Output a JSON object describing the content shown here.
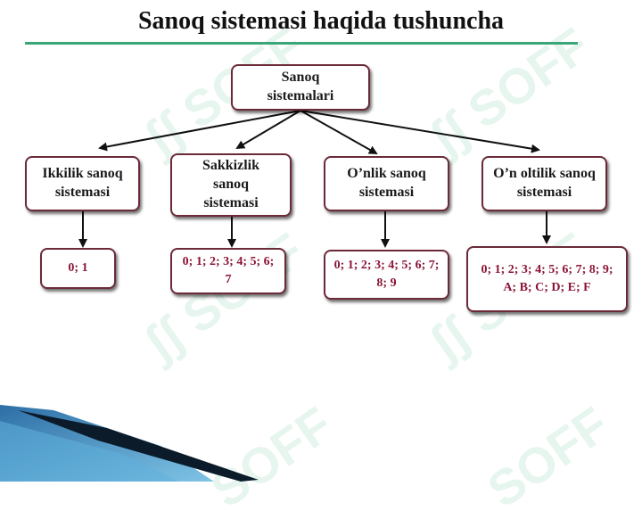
{
  "title": "Sanoq sistemasi haqida tushuncha",
  "watermark": "SOFF",
  "root": "Sanoq sistemalari",
  "systems": [
    {
      "name": "Ikkilik sanoq sistemasi",
      "digits": "0;  1"
    },
    {
      "name": "Sakkizlik sanoq sistemasi",
      "digits": "0;  1;  2;  3;  4;  5;  6;  7"
    },
    {
      "name": "O’nlik sanoq sistemasi",
      "digits": "0;  1;  2;  3;  4;  5;  6;  7;  8;  9"
    },
    {
      "name": "O’n oltilik sanoq sistemasi",
      "digits": "0;  1;  2;  3;  4;  5;  6;  7;  8;  9;  A;  B;  C;  D;  E;  F"
    }
  ],
  "colors": {
    "accent_rule": "#3aa577",
    "box_border": "#6b2a38",
    "value_text": "#8a1535",
    "watermark": "#64c896"
  }
}
